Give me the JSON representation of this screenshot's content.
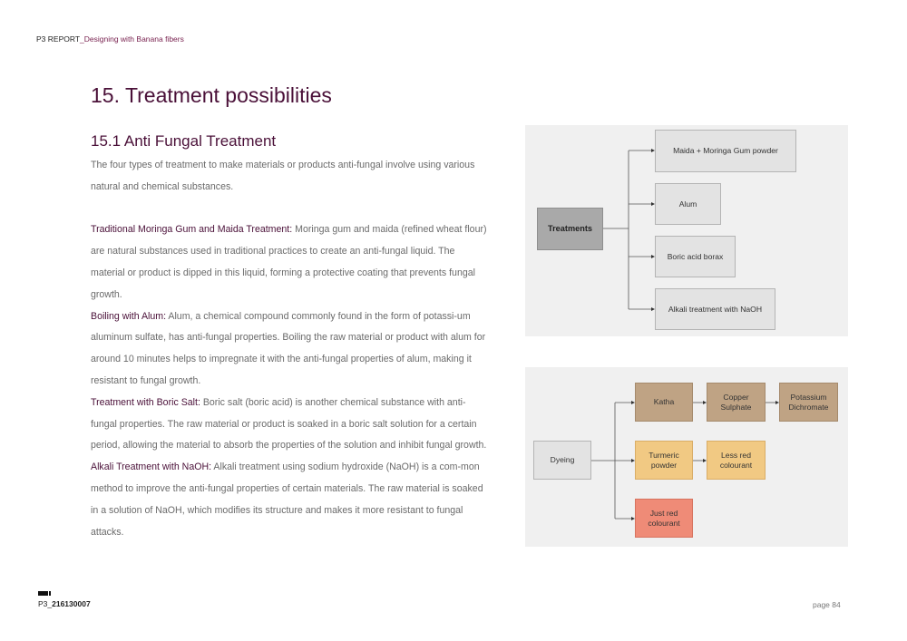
{
  "header": {
    "report": "P3 REPORT",
    "subtitle": "_Designing with Banana fibers"
  },
  "section_title": "15. Treatment possibilities",
  "subsection_title": "15.1  Anti Fungal Treatment",
  "intro": "The four types of treatment to make materials or products anti-fungal involve using various natural and chemical substances.",
  "treatments": [
    {
      "lead": "Traditional Moringa Gum and Maida Treatment:",
      "text": " Moringa gum and maida (refined wheat flour) are natural substances used in traditional practices to create an anti-fungal liquid. The material or product is dipped in this liquid, forming a protective coating that prevents fungal growth."
    },
    {
      "lead": "Boiling with Alum:",
      "text": " Alum, a chemical compound commonly found in the form of potassi-um aluminum sulfate, has anti-fungal properties. Boiling the raw material or product with alum for around 10 minutes helps to impregnate it with the anti-fungal properties of alum, making it resistant to fungal growth."
    },
    {
      "lead": "Treatment with Boric Salt:",
      "text": " Boric salt (boric acid) is another chemical substance with anti-fungal properties. The raw material or product is soaked in a boric salt solution for a certain period, allowing the material to absorb the properties of the solution and inhibit fungal growth."
    },
    {
      "lead": "Alkali Treatment with NaOH:",
      "text": " Alkali treatment using sodium hydroxide (NaOH) is a com-mon method to improve the anti-fungal properties of certain materials. The raw material is soaked in a solution of NaOH, which modifies its structure and makes it more resistant to fungal attacks."
    }
  ],
  "diagram_treatments": {
    "root": "Treatments",
    "children": [
      "Maida + Moringa Gum powder",
      "Alum",
      "Boric acid borax",
      "Alkali treatment with NaOH"
    ]
  },
  "diagram_dyeing": {
    "root": "Dyeing",
    "row1": [
      "Katha",
      "Copper Sulphate",
      "Potassium Dichromate"
    ],
    "row2": [
      "Turmeric powder",
      "Less red colourant"
    ],
    "row3": [
      "Just red colourant"
    ]
  },
  "footer": {
    "prefix": "P3_",
    "id": "216130007",
    "page": "page 84"
  },
  "colors": {
    "heading": "#4a1038",
    "panel": "#f0f0f0",
    "brown": "#bfa384",
    "yellow": "#f1c983",
    "salmon": "#ef8b77"
  }
}
